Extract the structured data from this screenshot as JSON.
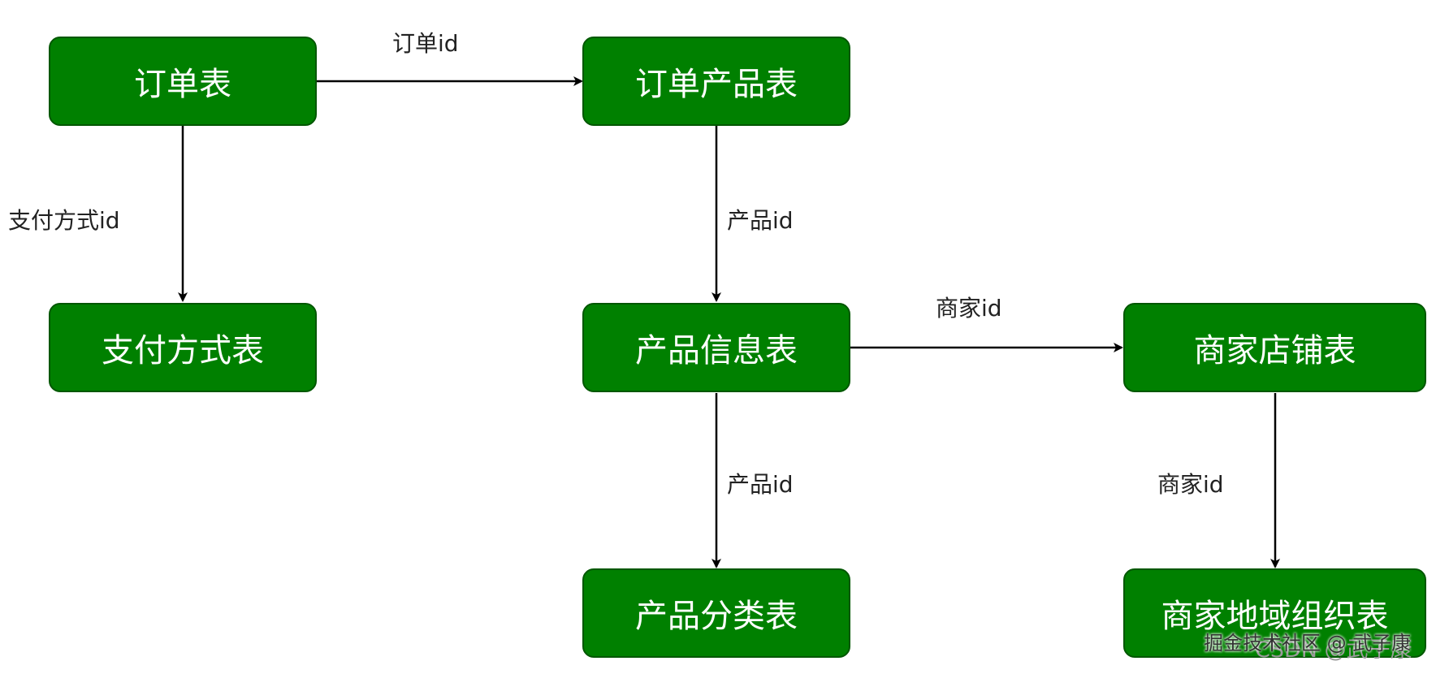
{
  "diagram": {
    "node_color": "#008000",
    "node_text_color": "#ffffff",
    "edge_color": "#000000",
    "nodes": {
      "order": "订单表",
      "order_product": "订单产品表",
      "payment": "支付方式表",
      "product_info": "产品信息表",
      "merchant_store": "商家店铺表",
      "product_category": "产品分类表",
      "merchant_region": "商家地域组织表"
    },
    "edges": {
      "order_to_order_product": "订单id",
      "order_to_payment": "支付方式id",
      "order_product_to_product_info": "产品id",
      "product_info_to_merchant_store": "商家id",
      "product_info_to_product_category": "产品id",
      "merchant_store_to_merchant_region": "商家id"
    }
  },
  "watermark": {
    "platform": "掘金技术社区 @ 武子康",
    "csdn": "CSDN @武子康"
  }
}
